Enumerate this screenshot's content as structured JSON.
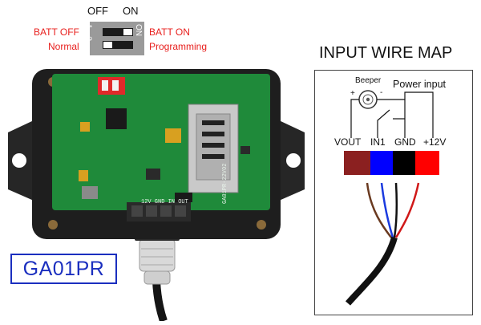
{
  "dip_switch_legend": {
    "off_label": "OFF",
    "on_label": "ON",
    "switch_on_text": "ON",
    "pos1_label": "1",
    "pos2_label": "2",
    "left_labels": [
      "BATT OFF",
      "Normal"
    ],
    "right_labels": [
      "BATT ON",
      "Programming"
    ],
    "label_color": "#e8201e"
  },
  "device": {
    "model": "GA01PR",
    "board_silkscreen": "GA01PR-22V02",
    "terminal_silkscreen": "12V GND IN OUT",
    "model_color": "#1b2fbf"
  },
  "wire_map": {
    "title": "INPUT WIRE MAP",
    "beeper_label": "Beeper",
    "plus_sign": "+",
    "minus_sign": "-",
    "power_input_label": "Power input",
    "wires": [
      {
        "label": "VOUT",
        "color": "#8b2020"
      },
      {
        "label": "IN1",
        "color": "#0000ff"
      },
      {
        "label": "GND",
        "color": "#000000"
      },
      {
        "label": "+12V",
        "color": "#ff0000"
      }
    ]
  }
}
